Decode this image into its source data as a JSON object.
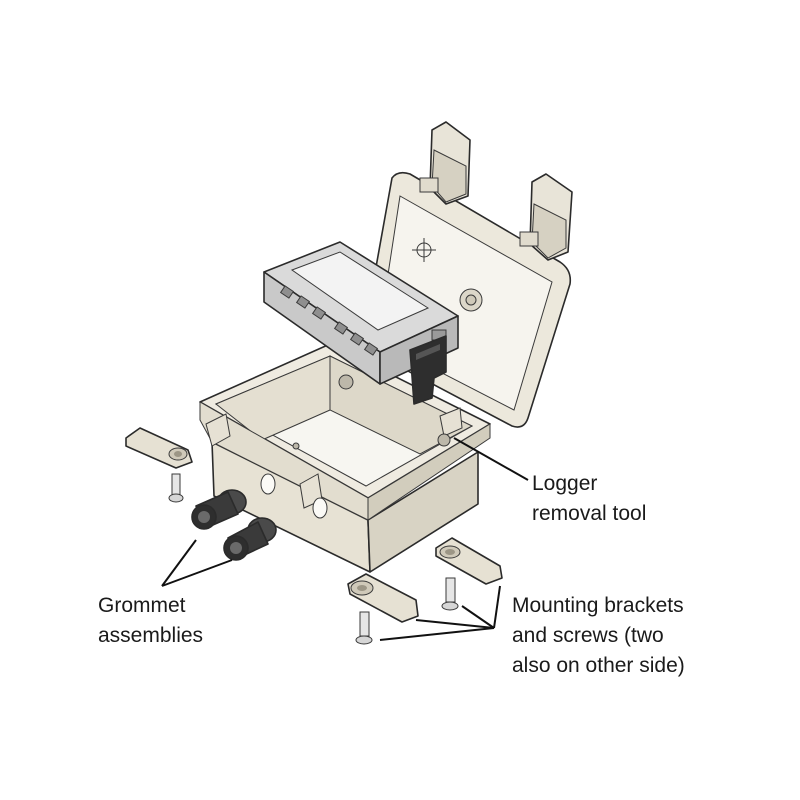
{
  "labels": {
    "logger_line1": "Logger",
    "logger_line2": "removal tool",
    "grommet_line1": "Grommet",
    "grommet_line2": "assemblies",
    "mounting_line1": "Mounting brackets",
    "mounting_line2": "and screws (two",
    "mounting_line3": "also on other side)"
  },
  "colors": {
    "enclosure_fill": "#ece8dc",
    "enclosure_shade": "#d8d3c4",
    "interior_fill": "#f4f2ec",
    "logger_body": "#d9d9d9",
    "logger_screen": "#f2f2f2",
    "removal_tool": "#2e2e2e",
    "grommet": "#3a3a3a",
    "bracket_fill": "#e6e1d3",
    "line": "#111111"
  }
}
